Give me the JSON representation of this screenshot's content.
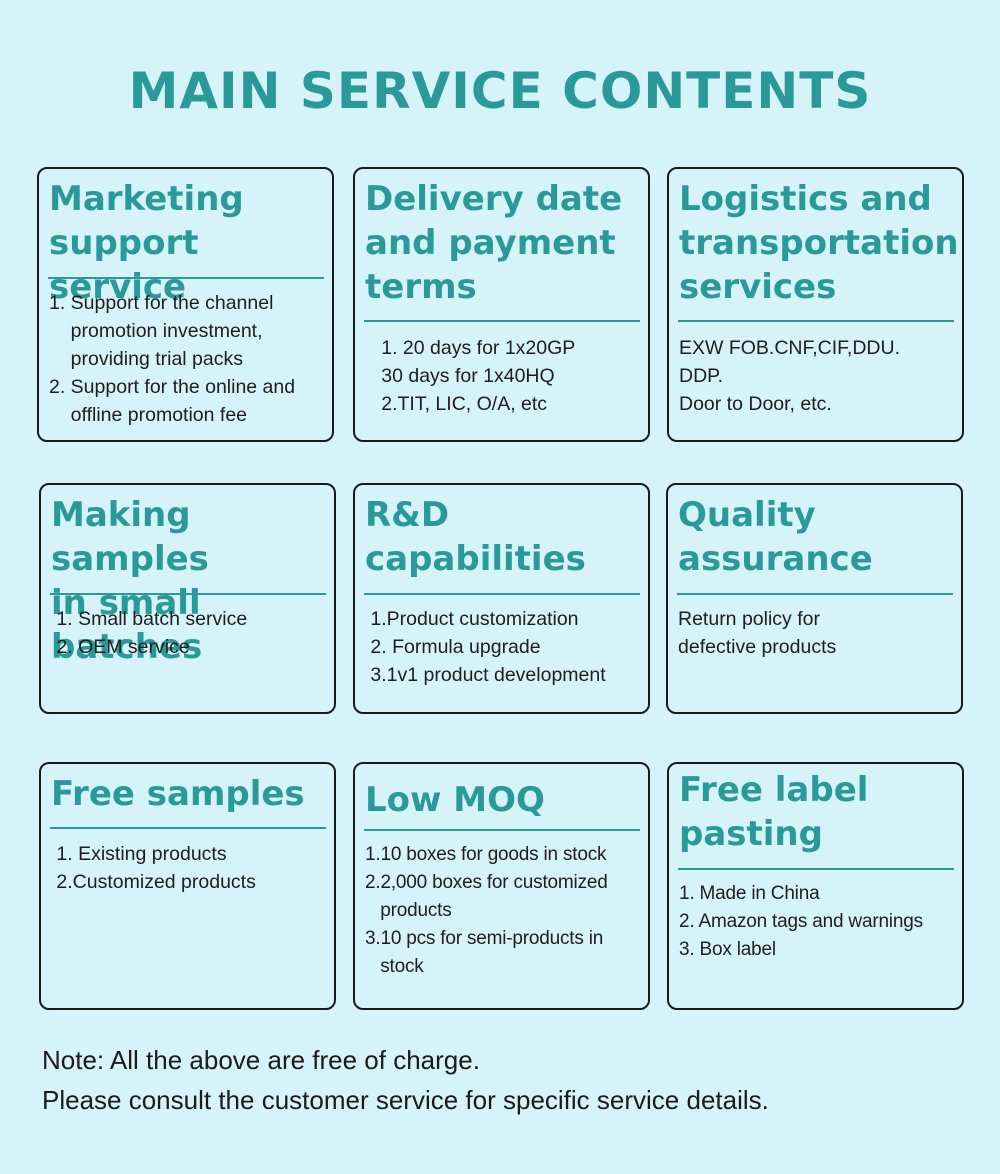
{
  "title": "MAIN SERVICE CONTENTS",
  "colors": {
    "accent": "#2a9a99",
    "background": "#d6f3f9"
  },
  "cards": [
    {
      "heading": "Marketing\nsupport service",
      "lines": [
        "1. Support for the channel",
        "    promotion investment,",
        "    providing trial packs",
        "2. Support for the online and",
        "    offline promotion fee"
      ]
    },
    {
      "heading": "Delivery date\nand payment\nterms",
      "lines": [
        "   1. 20 days for 1x20GP",
        "   30 days for 1x40HQ",
        "   2.TIT, LIC, O/A, etc"
      ]
    },
    {
      "heading": "Logistics and\ntransportation\nservices",
      "lines": [
        "EXW FOB.CNF,CIF,DDU.",
        "DDP.",
        "Door to Door, etc."
      ]
    },
    {
      "heading": "Making samples\nin small batches",
      "lines": [
        " 1. Small batch service",
        " 2. OEM service"
      ]
    },
    {
      "heading": "R&D\ncapabilities",
      "lines": [
        " 1.Product customization",
        " 2. Formula upgrade",
        " 3.1v1 product development"
      ]
    },
    {
      "heading": "Quality\nassurance",
      "lines": [
        "Return policy for",
        "defective products"
      ]
    },
    {
      "heading": "Free samples",
      "lines": [
        " 1. Existing products",
        " 2.Customized products"
      ]
    },
    {
      "heading": "Low MOQ",
      "lines": [
        "1.10 boxes for goods in stock",
        "2.2,000 boxes for customized",
        "   products",
        "3.10 pcs for semi-products in",
        "   stock"
      ]
    },
    {
      "heading": "Free label\npasting",
      "lines": [
        "1. Made in China",
        "2. Amazon tags and warnings",
        "3. Box label"
      ]
    }
  ],
  "note": {
    "line1": "Note: All the above are free of charge.",
    "line2": "Please consult the customer service for specific service details."
  }
}
